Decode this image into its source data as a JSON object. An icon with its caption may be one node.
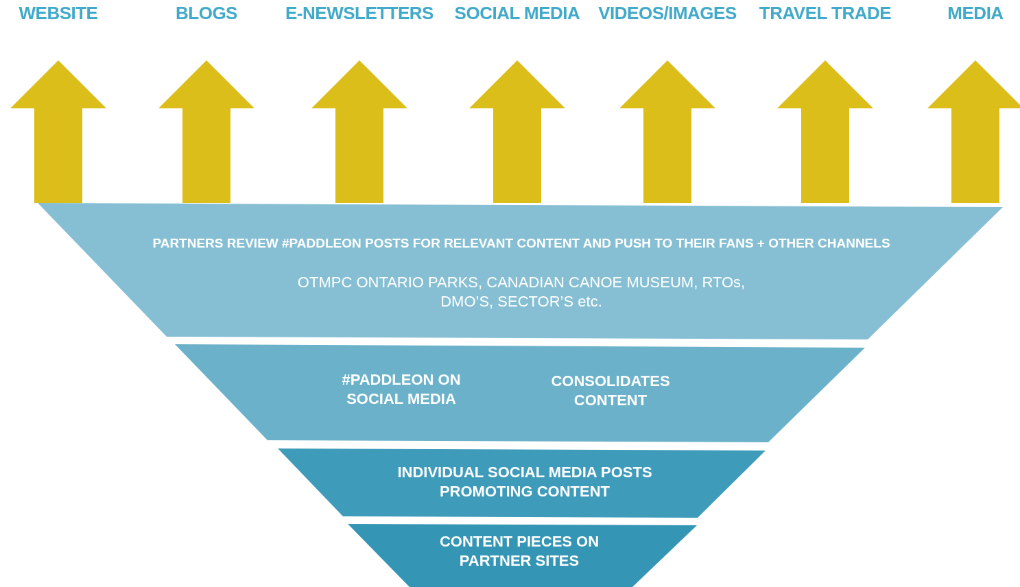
{
  "diagram": {
    "nodes": [
      {
        "text": [
          "WEBSITE"
        ]
      },
      {
        "text": [
          "BLOGS"
        ]
      },
      {
        "text": [
          "E-NEWSLETTERS"
        ]
      },
      {
        "text": [
          "SOCIAL MEDIA"
        ]
      },
      {
        "text": [
          "VIDEOS/IMAGES"
        ]
      },
      {
        "text": [
          "TRAVEL TRADE"
        ]
      },
      {
        "text": [
          "MEDIA"
        ]
      },
      {
        "text": [
          "PARTNERS REVIEW #PADDLEON POSTS FOR RELEVANT CONTENT AND PUSH TO THEIR FANS + OTHER CHANNELS",
          "OTMPC ONTARIO PARKS, CANADIAN CANOE MUSEUM, RTOs, DMO’S, SECTOR’S etc."
        ]
      },
      {
        "text": [
          "#PADDLEON ON SOCIAL MEDIA",
          "CONSOLIDATES CONTENT"
        ]
      },
      {
        "text": [
          "INDIVIDUAL SOCIAL MEDIA POSTS PROMOTING CONTENT"
        ]
      },
      {
        "text": [
          "CONTENT PIECES ON PARTNER SITES"
        ]
      }
    ],
    "edges": [
      {
        "from": 7,
        "to": 0,
        "arrow": "to"
      },
      {
        "from": 7,
        "to": 1,
        "arrow": "to"
      },
      {
        "from": 7,
        "to": 2,
        "arrow": "to"
      },
      {
        "from": 7,
        "to": 3,
        "arrow": "to"
      },
      {
        "from": 7,
        "to": 4,
        "arrow": "to"
      },
      {
        "from": 7,
        "to": 5,
        "arrow": "to"
      },
      {
        "from": 7,
        "to": 6,
        "arrow": "to"
      }
    ]
  }
}
